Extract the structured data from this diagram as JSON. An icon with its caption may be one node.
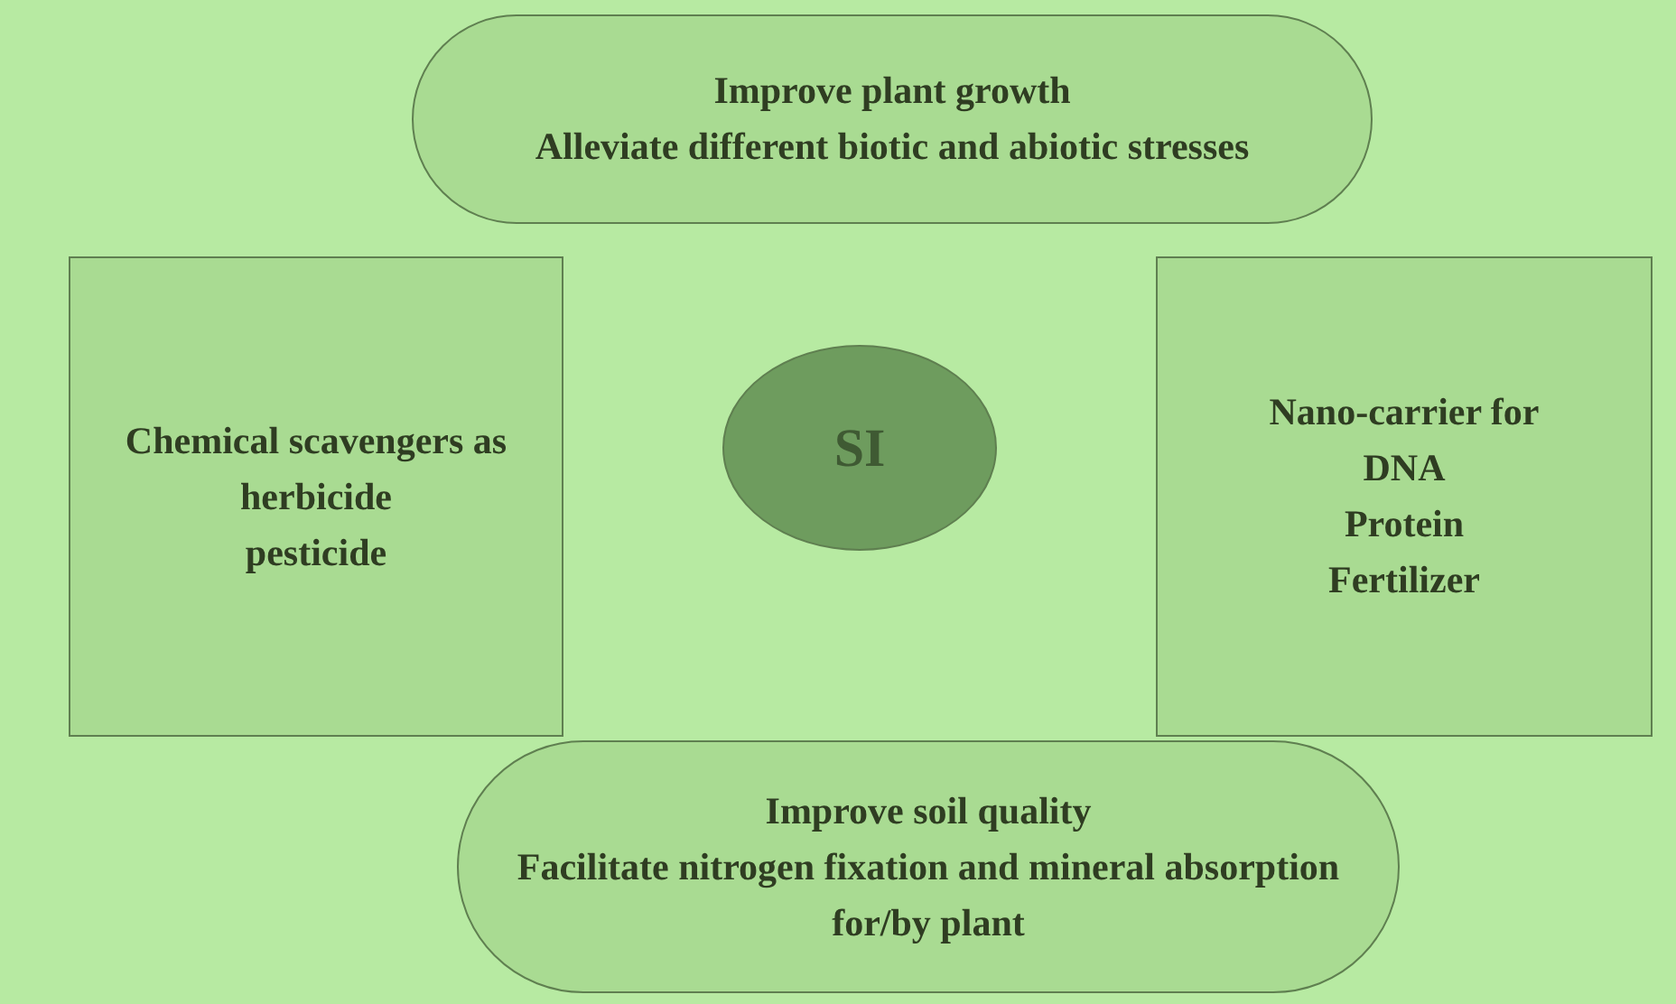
{
  "diagram": {
    "nodes": [
      {
        "text": [
          "Improve plant growth",
          "Alleviate different biotic and abiotic stresses"
        ]
      },
      {
        "text": [
          "Chemical scavengers as",
          "herbicide",
          "pesticide"
        ]
      },
      {
        "text": [
          "SI"
        ]
      },
      {
        "text": [
          "Nano-carrier for",
          "DNA",
          "Protein",
          "Fertilizer"
        ]
      },
      {
        "text": [
          "Improve soil quality",
          "Facilitate nitrogen fixation and mineral absorption for/by plant"
        ]
      }
    ],
    "edges": []
  }
}
